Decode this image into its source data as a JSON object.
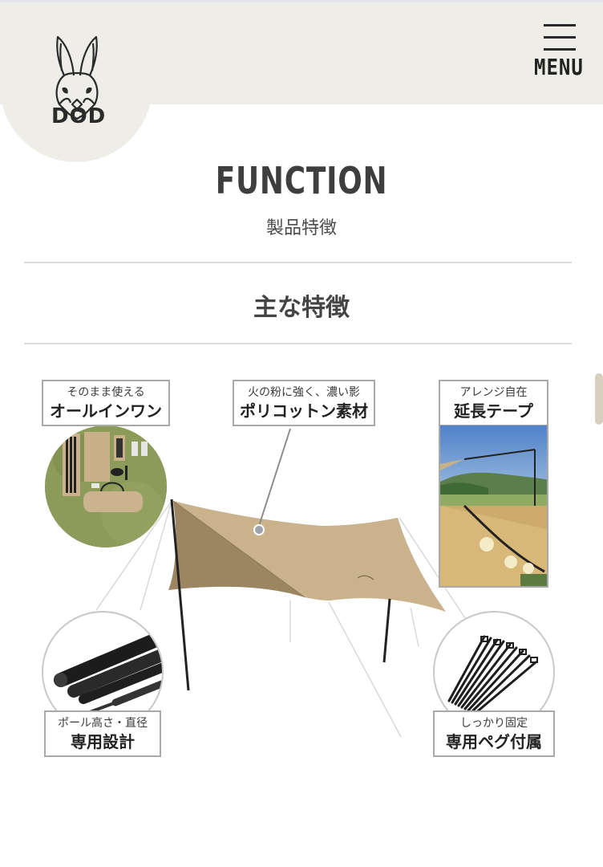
{
  "header": {
    "logo_text": "DOD",
    "menu_label": "MENU"
  },
  "page": {
    "title": "FUNCTION",
    "subtitle": "製品特徴",
    "section_title": "主な特徴"
  },
  "features": [
    {
      "id": "all-in-one",
      "top": "そのまま使える",
      "main": "オールインワン",
      "image": "set-contents-on-grass"
    },
    {
      "id": "poly-cotton",
      "top": "火の粉に強く、濃い影",
      "main": "ポリコットン素材",
      "image": "tarp-fabric"
    },
    {
      "id": "extension-tape",
      "top": "アレンジ自在",
      "main": "延長テープ",
      "image": "extension-tape-photos"
    },
    {
      "id": "pole-design",
      "top": "ポール高さ・直径",
      "main": "専用設計",
      "image": "black-poles"
    },
    {
      "id": "pegs",
      "top": "しっかり固定",
      "main": "専用ペグ付属",
      "image": "black-pegs"
    }
  ],
  "colors": {
    "header_bg": "#efede7",
    "tarp_light": "#c9b28c",
    "tarp_dark": "#9c8561",
    "scrollbar": "#d7d0bf"
  }
}
